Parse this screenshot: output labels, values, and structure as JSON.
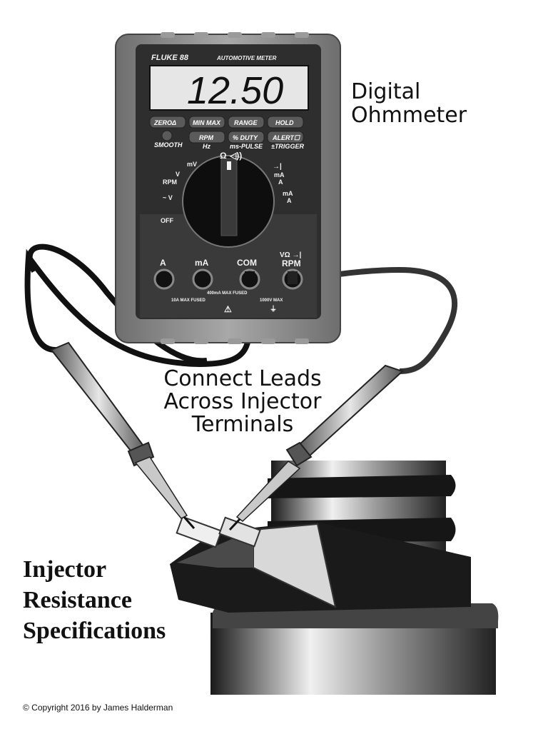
{
  "labels": {
    "digital_ohmmeter": [
      "Digital",
      "Ohmmeter"
    ],
    "connect_leads": [
      "Connect Leads",
      "Across Injector",
      "Terminals"
    ],
    "title": [
      "Injector",
      "Resistance",
      "Specifications"
    ],
    "copyright": "© Copyright 2016 by James Halderman"
  },
  "meter": {
    "brand": "FLUKE 88",
    "model_line": "AUTOMOTIVE METER",
    "display": "12.50",
    "buttons_row1": [
      "ZEROΔ",
      "MIN MAX",
      "RANGE",
      "HOLD"
    ],
    "buttons_row2": [
      "RPM",
      "% DUTY",
      "ALERT☐"
    ],
    "sub_labels": [
      "SMOOTH",
      "Hz",
      "ms-PULSE",
      "±TRIGGER"
    ],
    "dial_labels": {
      "ohm": "Ω",
      "mv": "mV",
      "v_dc": "V",
      "rpm": "RPM",
      "v_ac": "~ V",
      "off": "OFF",
      "ma_dc": "mA",
      "a_dc": "A",
      "ma_ac": "mA",
      "a_ac": "A"
    },
    "jacks": [
      "A",
      "mA",
      "COM",
      "VΩ →|",
      "RPM"
    ],
    "jack_notes": [
      "10A MAX FUSED",
      "400mA MAX FUSED",
      "1000V MAX"
    ]
  },
  "colors": {
    "meter_body": "#8a8a8a",
    "meter_face": "#2e2e2e",
    "lcd": "#e6e6e6",
    "lead": "#1a1a1a"
  }
}
